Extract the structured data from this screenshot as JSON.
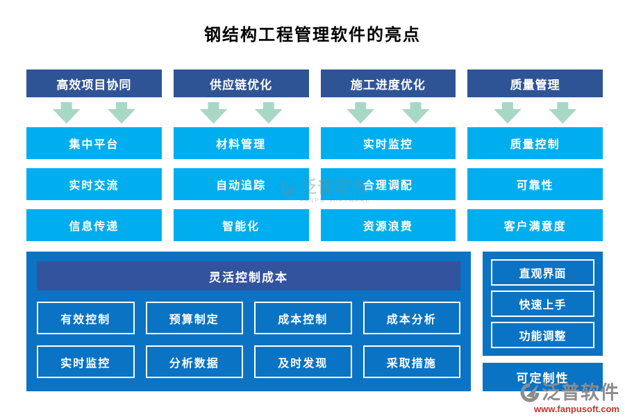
{
  "title": "钢结构工程管理软件的亮点",
  "colors": {
    "header_navy": "#2F5496",
    "item_cyan": "#00AEEF",
    "arrow_green": "#A8D8C4",
    "panel_blue": "#0B73C4",
    "panel_inner_navy": "#32549E",
    "logo_grey": "#8C8C8C",
    "logo_url_red": "#C9332B"
  },
  "columns": [
    {
      "header": "高效项目协同",
      "items": [
        "集中平台",
        "实时交流",
        "信息传递"
      ]
    },
    {
      "header": "供应链优化",
      "items": [
        "材料管理",
        "自动追踪",
        "智能化"
      ]
    },
    {
      "header": "施工进度优化",
      "items": [
        "实时监控",
        "合理调配",
        "资源浪费"
      ]
    },
    {
      "header": "质量管理",
      "items": [
        "质量控制",
        "可靠性",
        "客户满意度"
      ]
    }
  ],
  "bottom_left": {
    "header": "灵活控制成本",
    "rows": [
      [
        "有效控制",
        "预算制定",
        "成本控制",
        "成本分析"
      ],
      [
        "实时监控",
        "分析数据",
        "及时发现",
        "采取措施"
      ]
    ]
  },
  "bottom_right": {
    "items": [
      "直观界面",
      "快速上手",
      "功能调整"
    ],
    "footer": "可定制性"
  },
  "watermark": {
    "text": "泛普软件",
    "subtext": "FANPU SOFTWARE"
  },
  "logo": {
    "text": "泛普软件",
    "url": "www.fanpusoft.com"
  }
}
